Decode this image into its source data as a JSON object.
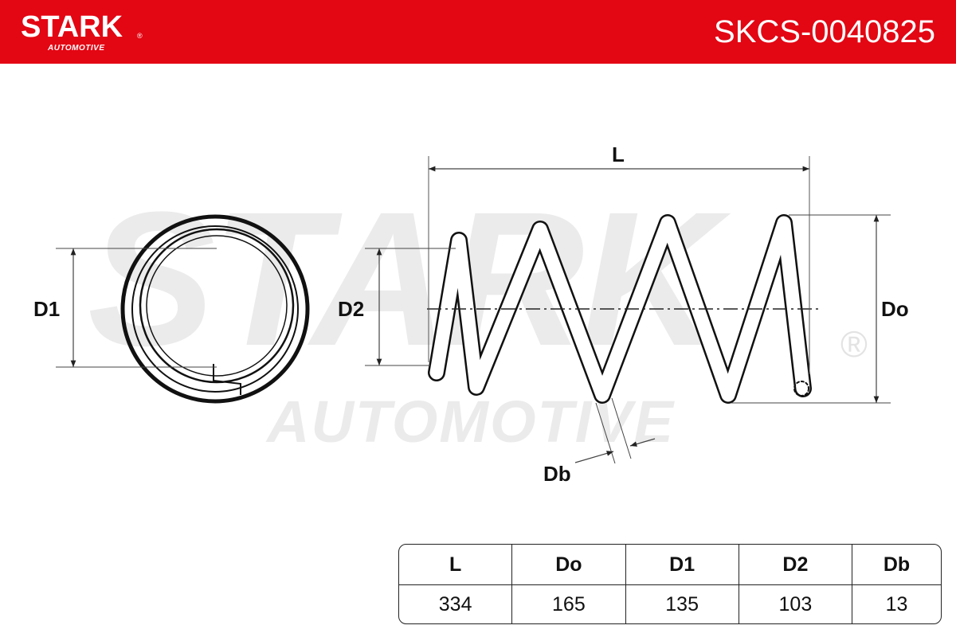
{
  "brand": {
    "name": "STARK",
    "registered": "®",
    "tagline": "AUTOMOTIVE",
    "color": "#e30613"
  },
  "part_number": "SKCS-0040825",
  "watermark": {
    "big": "STARK",
    "small": "AUTOMOTIVE",
    "registered": "®"
  },
  "diagram": {
    "labels": {
      "D1": "D1",
      "D2": "D2",
      "L": "L",
      "Do": "Do",
      "Db": "Db"
    }
  },
  "specs": {
    "headers": [
      "L",
      "Do",
      "D1",
      "D2",
      "Db"
    ],
    "values": [
      "334",
      "165",
      "135",
      "103",
      "13"
    ]
  }
}
